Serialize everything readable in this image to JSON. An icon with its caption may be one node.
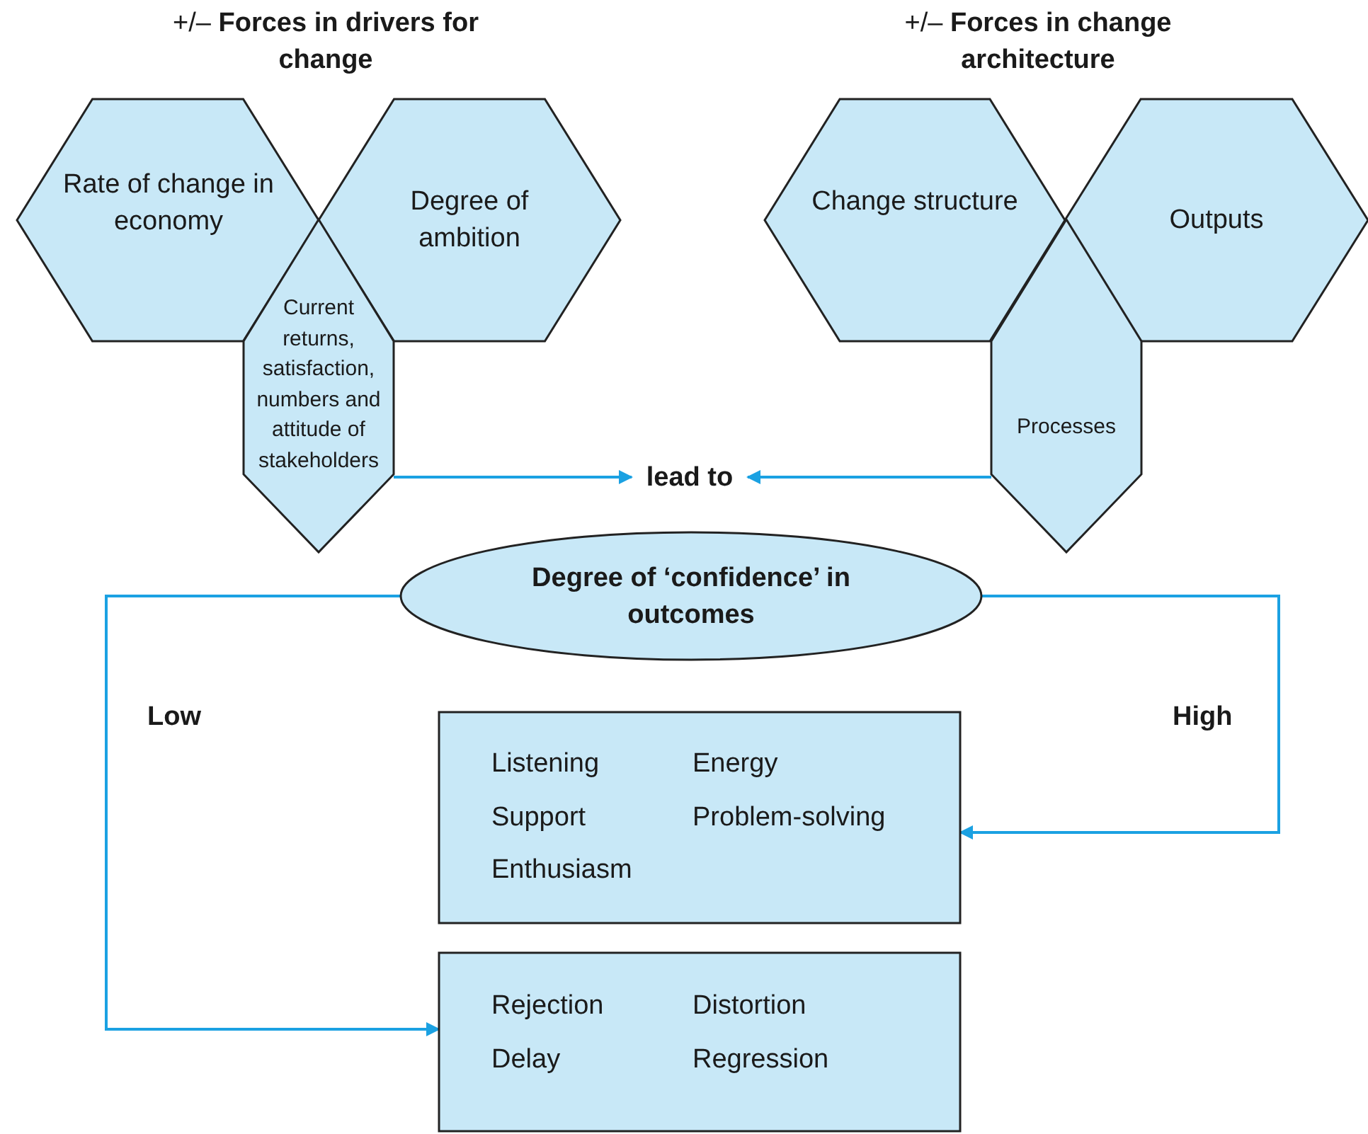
{
  "diagram": {
    "nodes": [
      {
        "text": [
          "Rate of change in economy"
        ]
      },
      {
        "text": [
          "Degree of ambition"
        ]
      },
      {
        "text": [
          "Current returns, satisfaction, numbers and attitude of stakeholders"
        ]
      },
      {
        "text": [
          "Change structure"
        ]
      },
      {
        "text": [
          "Outputs"
        ]
      },
      {
        "text": [
          "Processes"
        ]
      },
      {
        "text": [
          "lead to"
        ]
      },
      {
        "text": [
          "Degree of ‘confidence’ in outcomes"
        ]
      },
      {
        "text": [
          "Listening",
          "Energy",
          "Support",
          "Problem-solving",
          "Enthusiasm"
        ]
      },
      {
        "text": [
          "Rejection",
          "Distortion",
          "Delay",
          "Regression"
        ]
      }
    ],
    "edges": [
      {
        "from": 2,
        "to": 6,
        "arrow": "to"
      },
      {
        "from": 5,
        "to": 6,
        "arrow": "to"
      },
      {
        "from": 7,
        "to": 8,
        "arrow": "to",
        "label": "High"
      },
      {
        "from": 7,
        "to": 9,
        "arrow": "to",
        "label": "Low"
      }
    ],
    "labels": [
      "+/– **Forces in drivers for change**",
      "+/– **Forces in change architecture**"
    ]
  }
}
